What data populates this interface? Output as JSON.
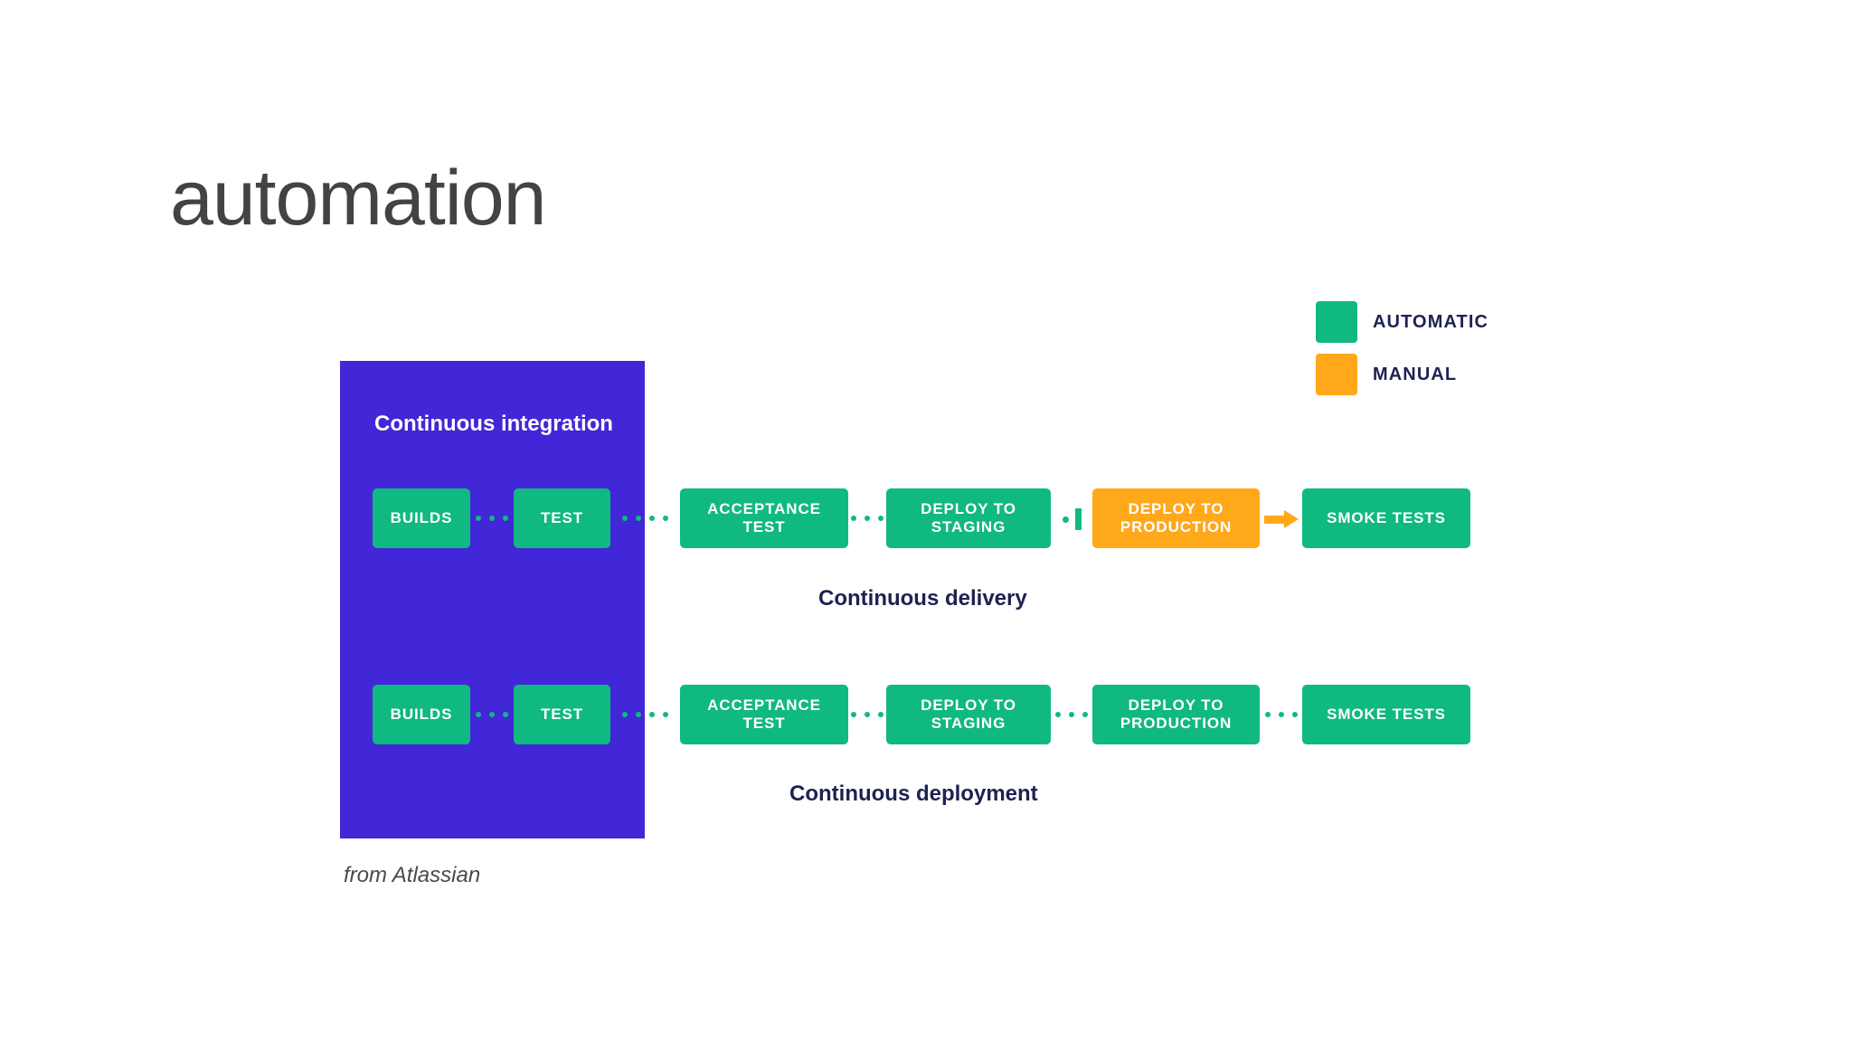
{
  "title": "automation",
  "attribution": "from Atlassian",
  "colors": {
    "automatic": "#10B981",
    "manual": "#FFA81A",
    "ci_panel": "#4127D7",
    "caption_text": "#1f2152",
    "title_text": "#434343"
  },
  "legend": {
    "items": [
      {
        "label": "AUTOMATIC",
        "color": "#10B981",
        "swatch_name": "automatic-swatch"
      },
      {
        "label": "MANUAL",
        "color": "#FFA81A",
        "swatch_name": "manual-swatch"
      }
    ]
  },
  "ci_panel": {
    "title": "Continuous integration"
  },
  "flows": [
    {
      "id": "continuous-delivery",
      "caption": "Continuous delivery",
      "stages": [
        {
          "label": "BUILDS",
          "type": "automatic",
          "lines": [
            "BUILDS"
          ]
        },
        {
          "label": "TEST",
          "type": "automatic",
          "lines": [
            "TEST"
          ]
        },
        {
          "label": "ACCEPTANCE TEST",
          "type": "automatic",
          "lines": [
            "ACCEPTANCE",
            "TEST"
          ]
        },
        {
          "label": "DEPLOY TO STAGING",
          "type": "automatic",
          "lines": [
            "DEPLOY TO",
            "STAGING"
          ]
        },
        {
          "label": "DEPLOY TO PRODUCTION",
          "type": "manual",
          "lines": [
            "DEPLOY TO",
            "PRODUCTION"
          ]
        },
        {
          "label": "SMOKE TESTS",
          "type": "automatic",
          "lines": [
            "SMOKE TESTS"
          ]
        }
      ],
      "connectors": [
        "dotted",
        "dotted",
        "dotted",
        "gate",
        "arrow"
      ]
    },
    {
      "id": "continuous-deployment",
      "caption": "Continuous deployment",
      "stages": [
        {
          "label": "BUILDS",
          "type": "automatic",
          "lines": [
            "BUILDS"
          ]
        },
        {
          "label": "TEST",
          "type": "automatic",
          "lines": [
            "TEST"
          ]
        },
        {
          "label": "ACCEPTANCE TEST",
          "type": "automatic",
          "lines": [
            "ACCEPTANCE",
            "TEST"
          ]
        },
        {
          "label": "DEPLOY TO STAGING",
          "type": "automatic",
          "lines": [
            "DEPLOY TO",
            "STAGING"
          ]
        },
        {
          "label": "DEPLOY TO PRODUCTION",
          "type": "automatic",
          "lines": [
            "DEPLOY TO",
            "PRODUCTION"
          ]
        },
        {
          "label": "SMOKE TESTS",
          "type": "automatic",
          "lines": [
            "SMOKE TESTS"
          ]
        }
      ],
      "connectors": [
        "dotted",
        "dotted",
        "dotted",
        "dotted",
        "dotted"
      ]
    }
  ]
}
